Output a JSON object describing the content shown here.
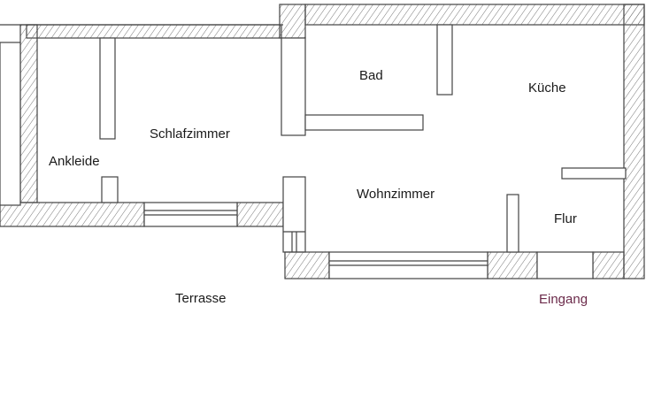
{
  "title": "Grundriss",
  "rooms": {
    "bad": "Bad",
    "kueche": "Küche",
    "schlafzimmer": "Schlafzimmer",
    "ankleide": "Ankleide",
    "wohnzimmer": "Wohnzimmer",
    "flur": "Flur"
  },
  "outside": {
    "terrasse": "Terrasse",
    "eingang": "Eingang"
  },
  "colors": {
    "line": "#444444",
    "text": "#1a1a1a",
    "entrance": "#6b2a4a"
  }
}
